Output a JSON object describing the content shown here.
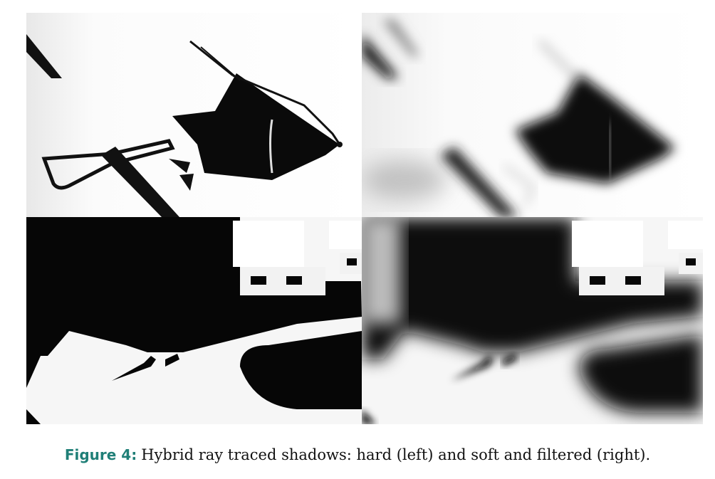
{
  "figure": {
    "label": "Figure 4:",
    "caption": "Hybrid ray traced shadows: hard (left) and soft and filtered (right).",
    "label_color": "#1f7f77",
    "panels": [
      {
        "id": "top-left",
        "content": "binder-clip-hard-shadow"
      },
      {
        "id": "top-right",
        "content": "binder-clip-soft-filtered-shadow"
      },
      {
        "id": "bottom-left",
        "content": "scene-hard-shadow"
      },
      {
        "id": "bottom-right",
        "content": "scene-soft-filtered-shadow"
      }
    ]
  }
}
